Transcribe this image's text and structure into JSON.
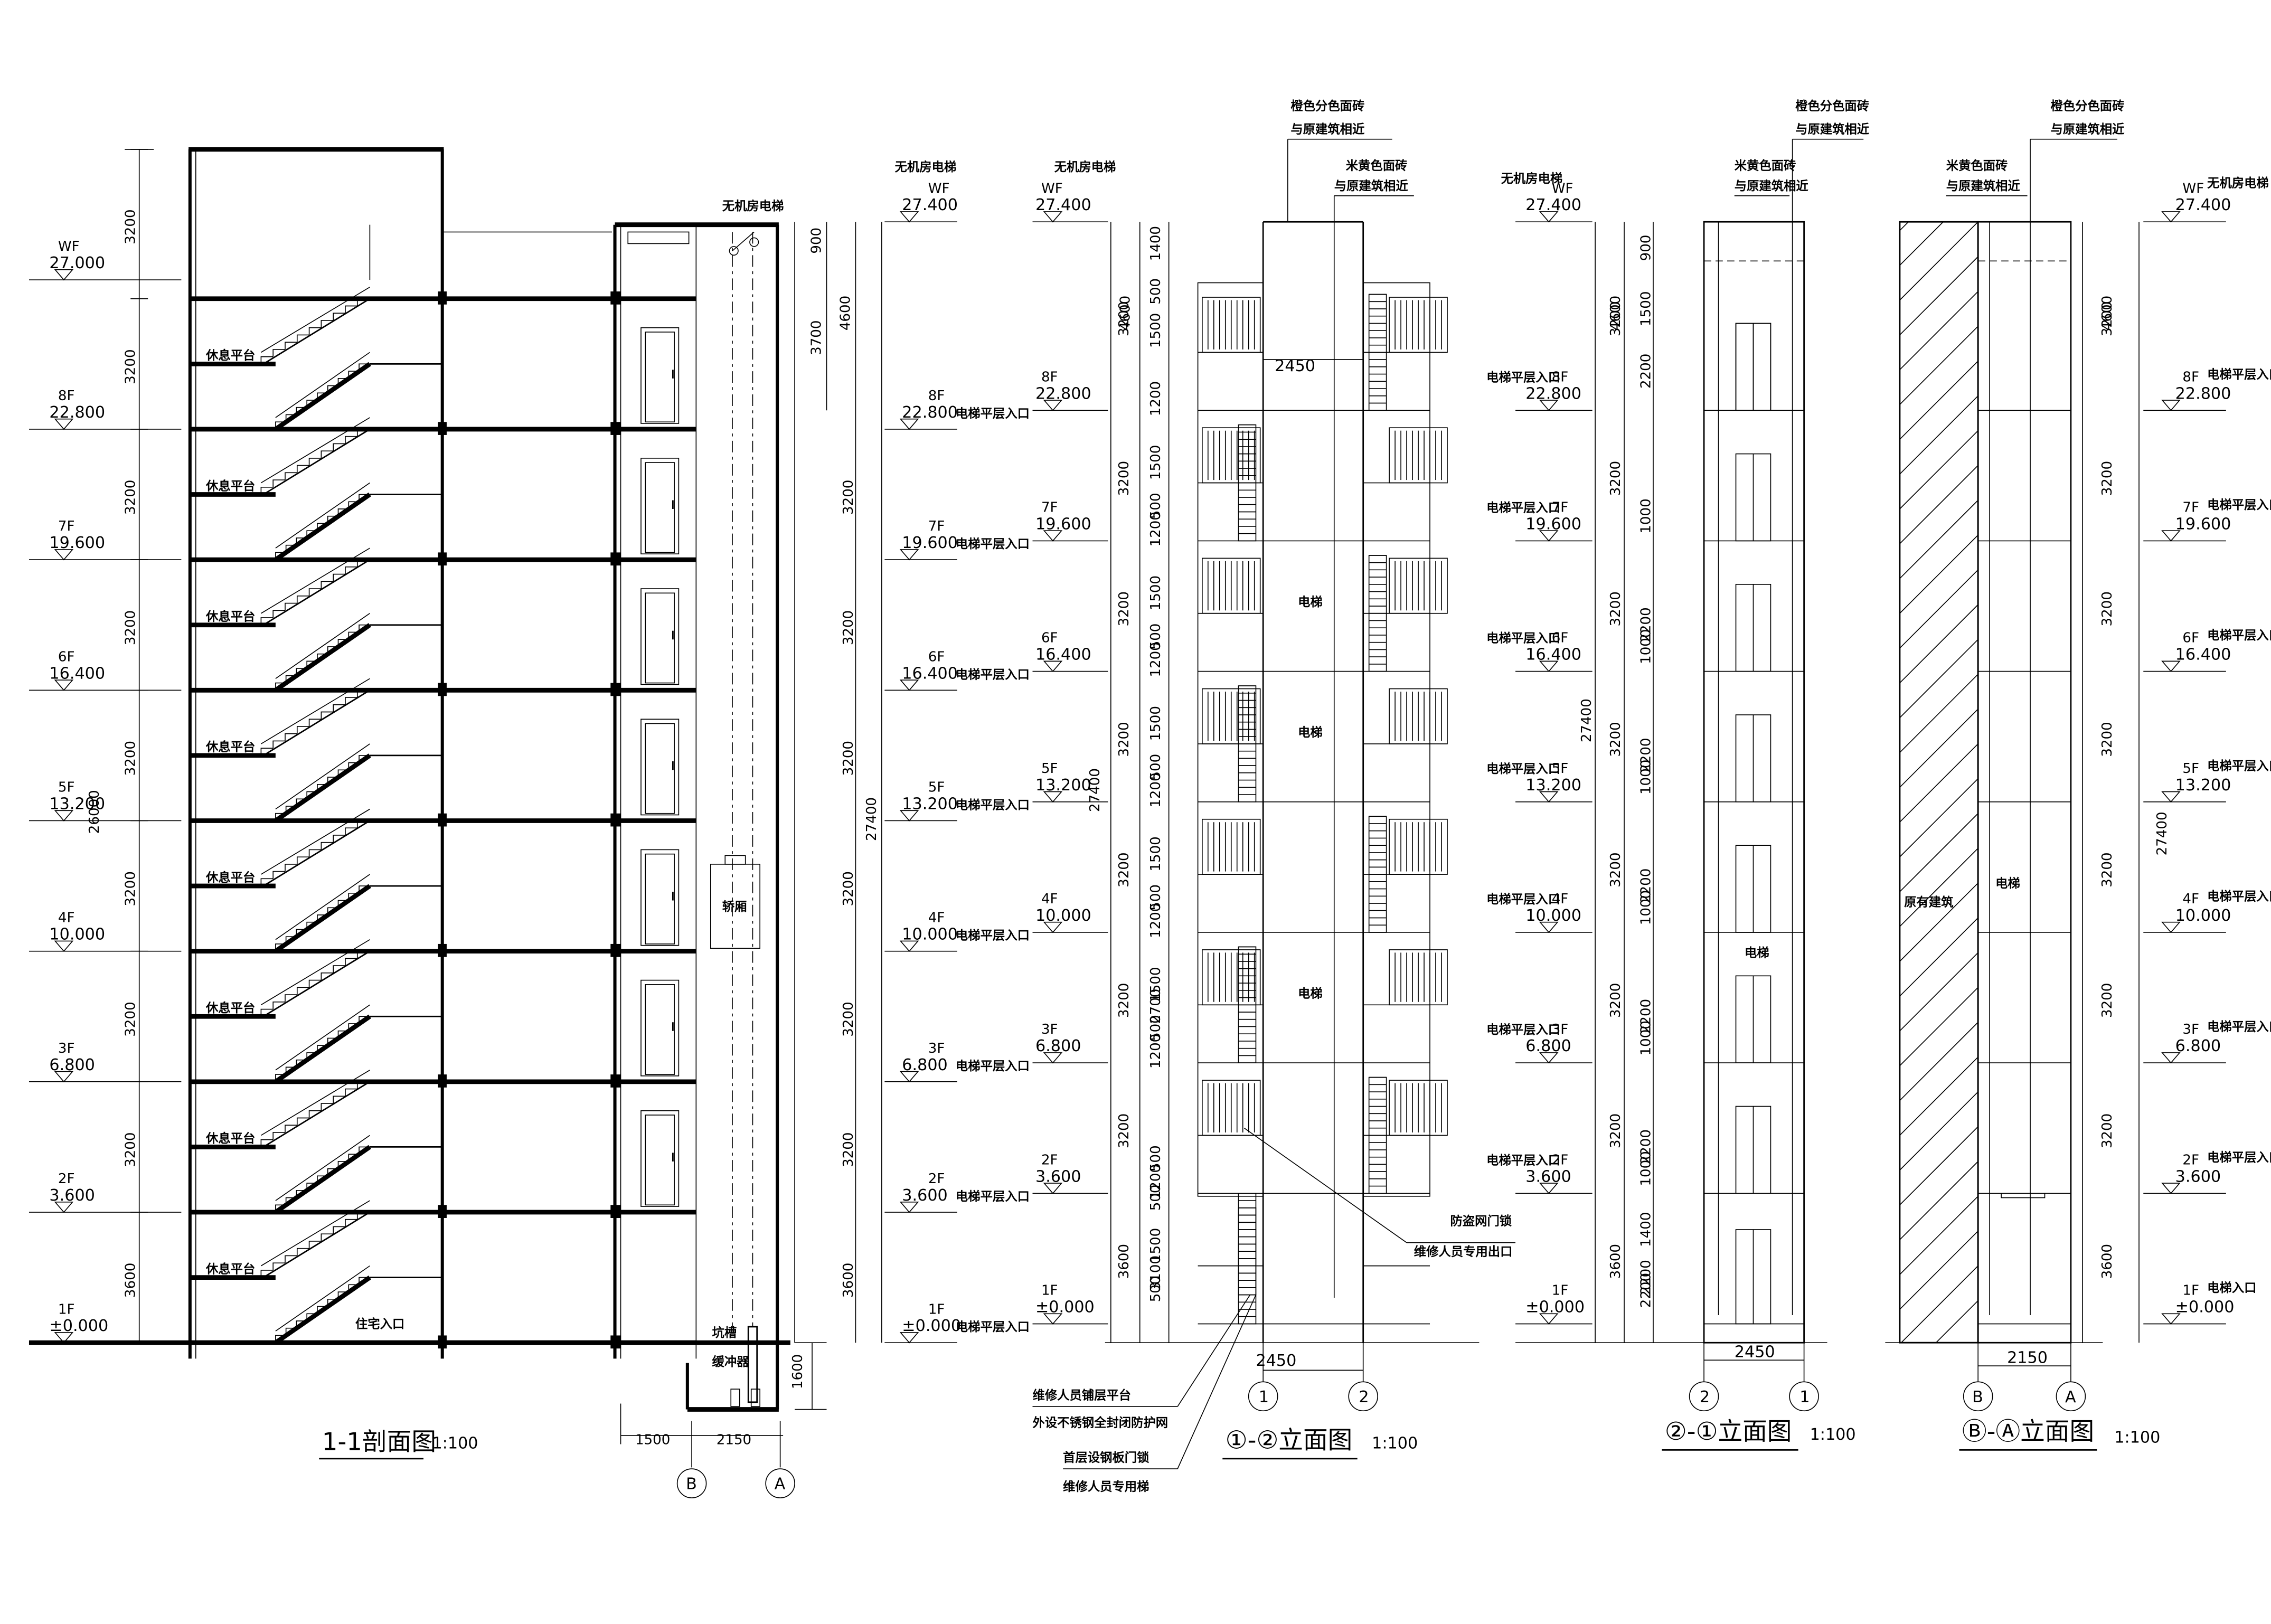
{
  "common": {
    "floors": [
      {
        "id": "1F",
        "elev": "±0.000",
        "height": "3600"
      },
      {
        "id": "2F",
        "elev": "3.600",
        "height": "3200"
      },
      {
        "id": "3F",
        "elev": "6.800",
        "height": "3200"
      },
      {
        "id": "4F",
        "elev": "10.000",
        "height": "3200"
      },
      {
        "id": "5F",
        "elev": "13.200",
        "height": "3200"
      },
      {
        "id": "6F",
        "elev": "16.400",
        "height": "3200"
      },
      {
        "id": "7F",
        "elev": "19.600",
        "height": "3200"
      },
      {
        "id": "8F",
        "elev": "22.800",
        "height": "3200"
      }
    ],
    "roof_label": "WF",
    "roof_elev_section": "27.000",
    "roof_elev_elevator": "27.400",
    "elevator_room": "无机房电梯",
    "landing_entrance": "电梯平层入口",
    "total_height": "27400",
    "top_height": "4600",
    "elevator_label": "电梯",
    "color_note_orange": "橙色分色面砖",
    "color_note_beige": "米黄色面砖",
    "color_note_match": "与原建筑相近"
  },
  "section": {
    "title": "1-1剖面图",
    "scale": "1:100",
    "rest_platform": "休息平台",
    "residence_entrance": "住宅入口",
    "car": "轿厢",
    "buffer": "缓冲器",
    "dim_900": "900",
    "dim_3700": "3700",
    "dim_26000": "26000",
    "dim_1600": "1600",
    "dim_1500": "1500",
    "dim_2150": "2150",
    "axis_b": "B",
    "axis_a": "A",
    "pit_note": "坑槽"
  },
  "elev12": {
    "title": "①-②立面图",
    "scale": "1:100",
    "width": "2450",
    "axis_1": "1",
    "axis_2": "2",
    "sub_dims": [
      "500",
      "1500",
      "1200"
    ],
    "top_dim": "1400",
    "third_window": "2700",
    "bottom_dim": "3100",
    "note_door": "防盗网门锁",
    "note_exit": "维修人员专用出口",
    "note_platform": "维修人员铺层平台",
    "note_mesh": "外设不锈钢全封闭防护网",
    "note_steel_door": "首层设钢板门锁",
    "note_ladder": "维修人员专用梯"
  },
  "elev21": {
    "title": "②-①立面图",
    "scale": "1:100",
    "width": "2450",
    "axis_2": "2",
    "axis_1": "1",
    "dims": [
      "900",
      "1500",
      "2200",
      "1000",
      "1400"
    ]
  },
  "elevBA": {
    "title": "Ⓑ-Ⓐ立面图",
    "scale": "1:100",
    "width": "2150",
    "axis_b": "B",
    "axis_a": "A",
    "existing": "原有建筑"
  }
}
